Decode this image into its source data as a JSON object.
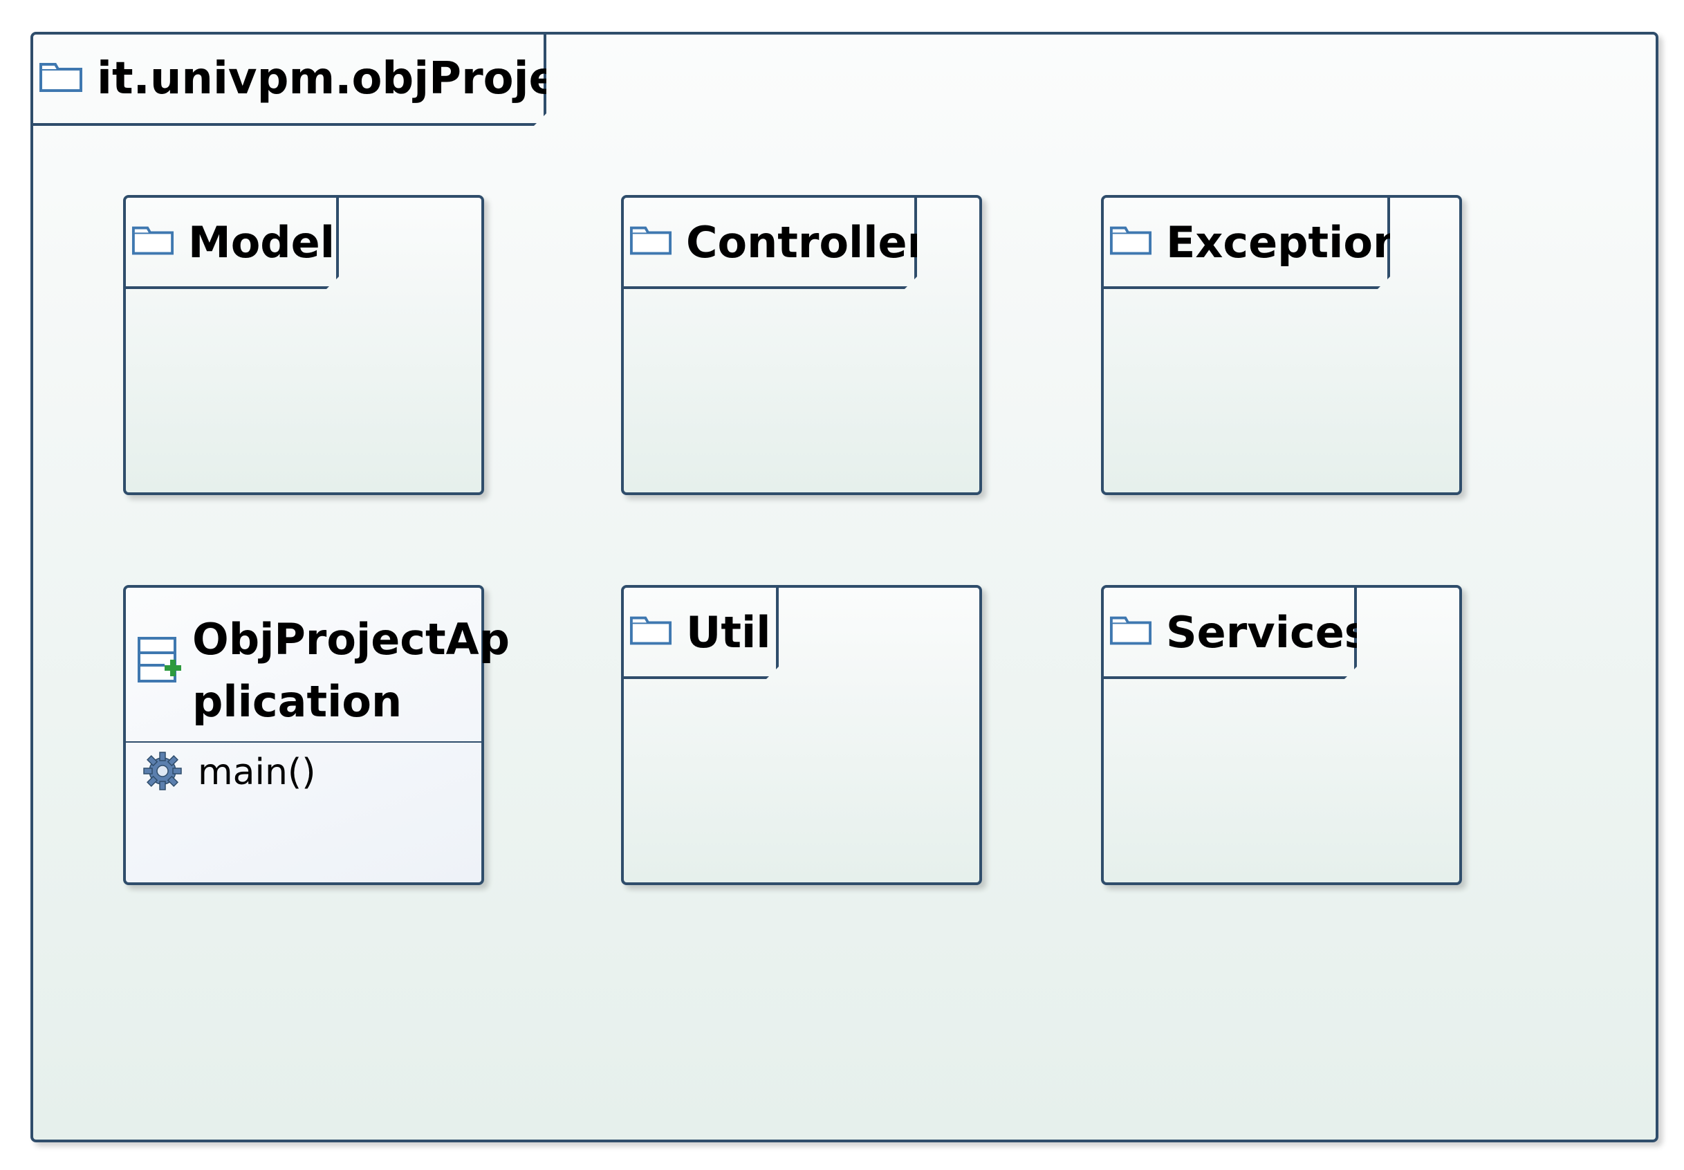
{
  "root_package": {
    "name": "it.univpm.objProject",
    "icon": "folder-icon"
  },
  "packages": [
    {
      "name": "Model",
      "icon": "folder-icon"
    },
    {
      "name": "Controller",
      "icon": "folder-icon"
    },
    {
      "name": "Exception",
      "icon": "folder-icon"
    },
    {
      "name": "Util",
      "icon": "folder-icon"
    },
    {
      "name": "Services",
      "icon": "folder-icon"
    }
  ],
  "class": {
    "name_line1": "ObjProjectAp",
    "name_line2": "plication",
    "icon": "class-add-icon",
    "operations": [
      {
        "name": "main()",
        "icon": "gear-icon"
      }
    ]
  },
  "colors": {
    "border": "#2f4d6b",
    "icon_blue": "#3f78b0",
    "plus_green": "#2e9a3e"
  }
}
